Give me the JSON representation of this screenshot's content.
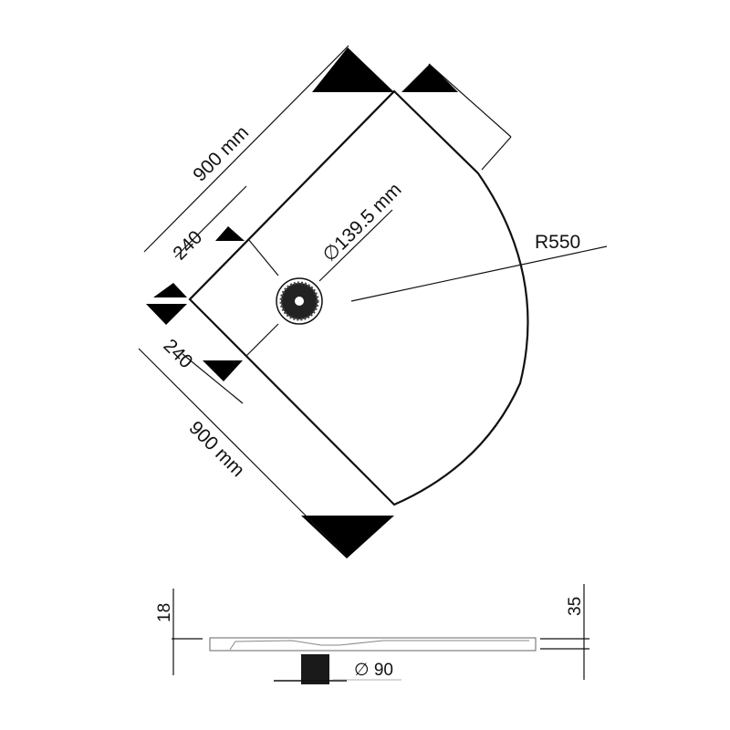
{
  "plan_view": {
    "side_a": "900 mm",
    "side_b": "900 mm",
    "offset_a": "240",
    "offset_b": "240",
    "drain_diameter": "∅139.5 mm",
    "radius": "R550"
  },
  "profile_view": {
    "edge_height": "18",
    "total_height": "35",
    "waste_diameter": "∅ 90"
  },
  "colors": {
    "line": "#111111",
    "fill": "#000000",
    "background": "#ffffff"
  }
}
